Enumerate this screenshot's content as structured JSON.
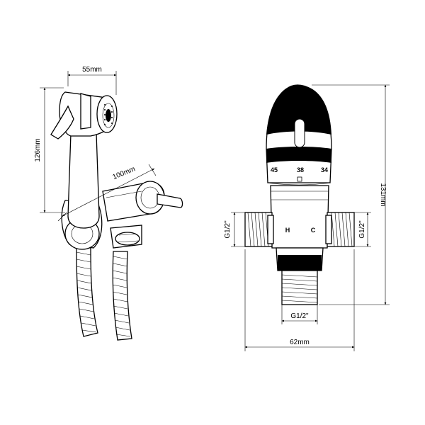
{
  "left_view": {
    "dims": {
      "head_width": "55mm",
      "handset_height": "126mm",
      "valve_length": "100mm"
    }
  },
  "right_view": {
    "temperature_scale": [
      "45",
      "38",
      "34"
    ],
    "port_labels": {
      "hot": "H",
      "cold": "C"
    },
    "dims": {
      "left_inlet_thread": "G1/2\"",
      "right_inlet_thread": "G1/2\"",
      "outlet_thread": "G1/2\"",
      "width": "62mm",
      "height": "131mm"
    }
  }
}
